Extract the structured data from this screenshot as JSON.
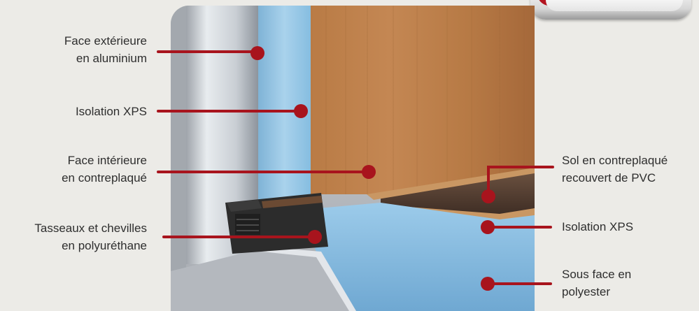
{
  "colors": {
    "marker": "#a8141d",
    "text": "#2e2e2e",
    "background": "#ecebe7"
  },
  "labels_left": [
    {
      "id": "face-exterieure",
      "text": "Face extérieure\nen aluminium"
    },
    {
      "id": "isolation-xps-wall",
      "text": "Isolation XPS"
    },
    {
      "id": "face-interieure",
      "text": "Face intérieure\nen contreplaqué"
    },
    {
      "id": "tasseaux",
      "text": "Tasseaux et chevilles\nen polyuréthane"
    }
  ],
  "labels_right": [
    {
      "id": "sol",
      "text": "Sol en contreplaqué\nrecouvert de PVC"
    },
    {
      "id": "isolation-xps-floor",
      "text": "Isolation XPS"
    },
    {
      "id": "sous-face",
      "text": "Sous face en\npolyester"
    }
  ]
}
